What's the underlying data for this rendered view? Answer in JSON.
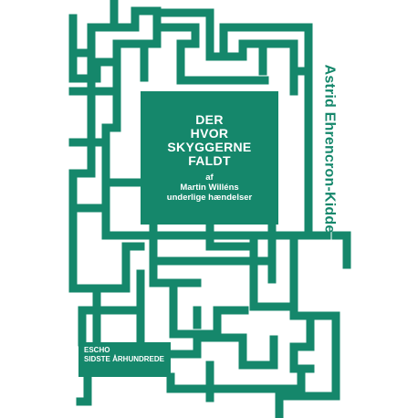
{
  "cover": {
    "title_lines": [
      "DER",
      "HVOR",
      "SKYGGERNE",
      "FALDT"
    ],
    "subtitle_lines": [
      "af",
      "Martin Willéns",
      "underlige hændelser"
    ],
    "author": "Astrid Ehrencron-Kidde",
    "publisher_lines": [
      "ESCHO",
      "SIDSTE ÅRHUNDREDE"
    ]
  },
  "colors": {
    "accent": "#15876b",
    "background": "#ffffff"
  }
}
